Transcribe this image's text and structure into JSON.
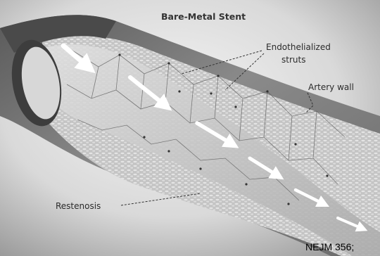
{
  "title": "Bare-Metal Stent",
  "labels": {
    "endothelialized_line1": "Endothelialized",
    "endothelialized_line2": "struts",
    "artery_wall": "Artery wall",
    "restenosis": "Restenosis"
  },
  "credit": "NEJM 356;"
}
